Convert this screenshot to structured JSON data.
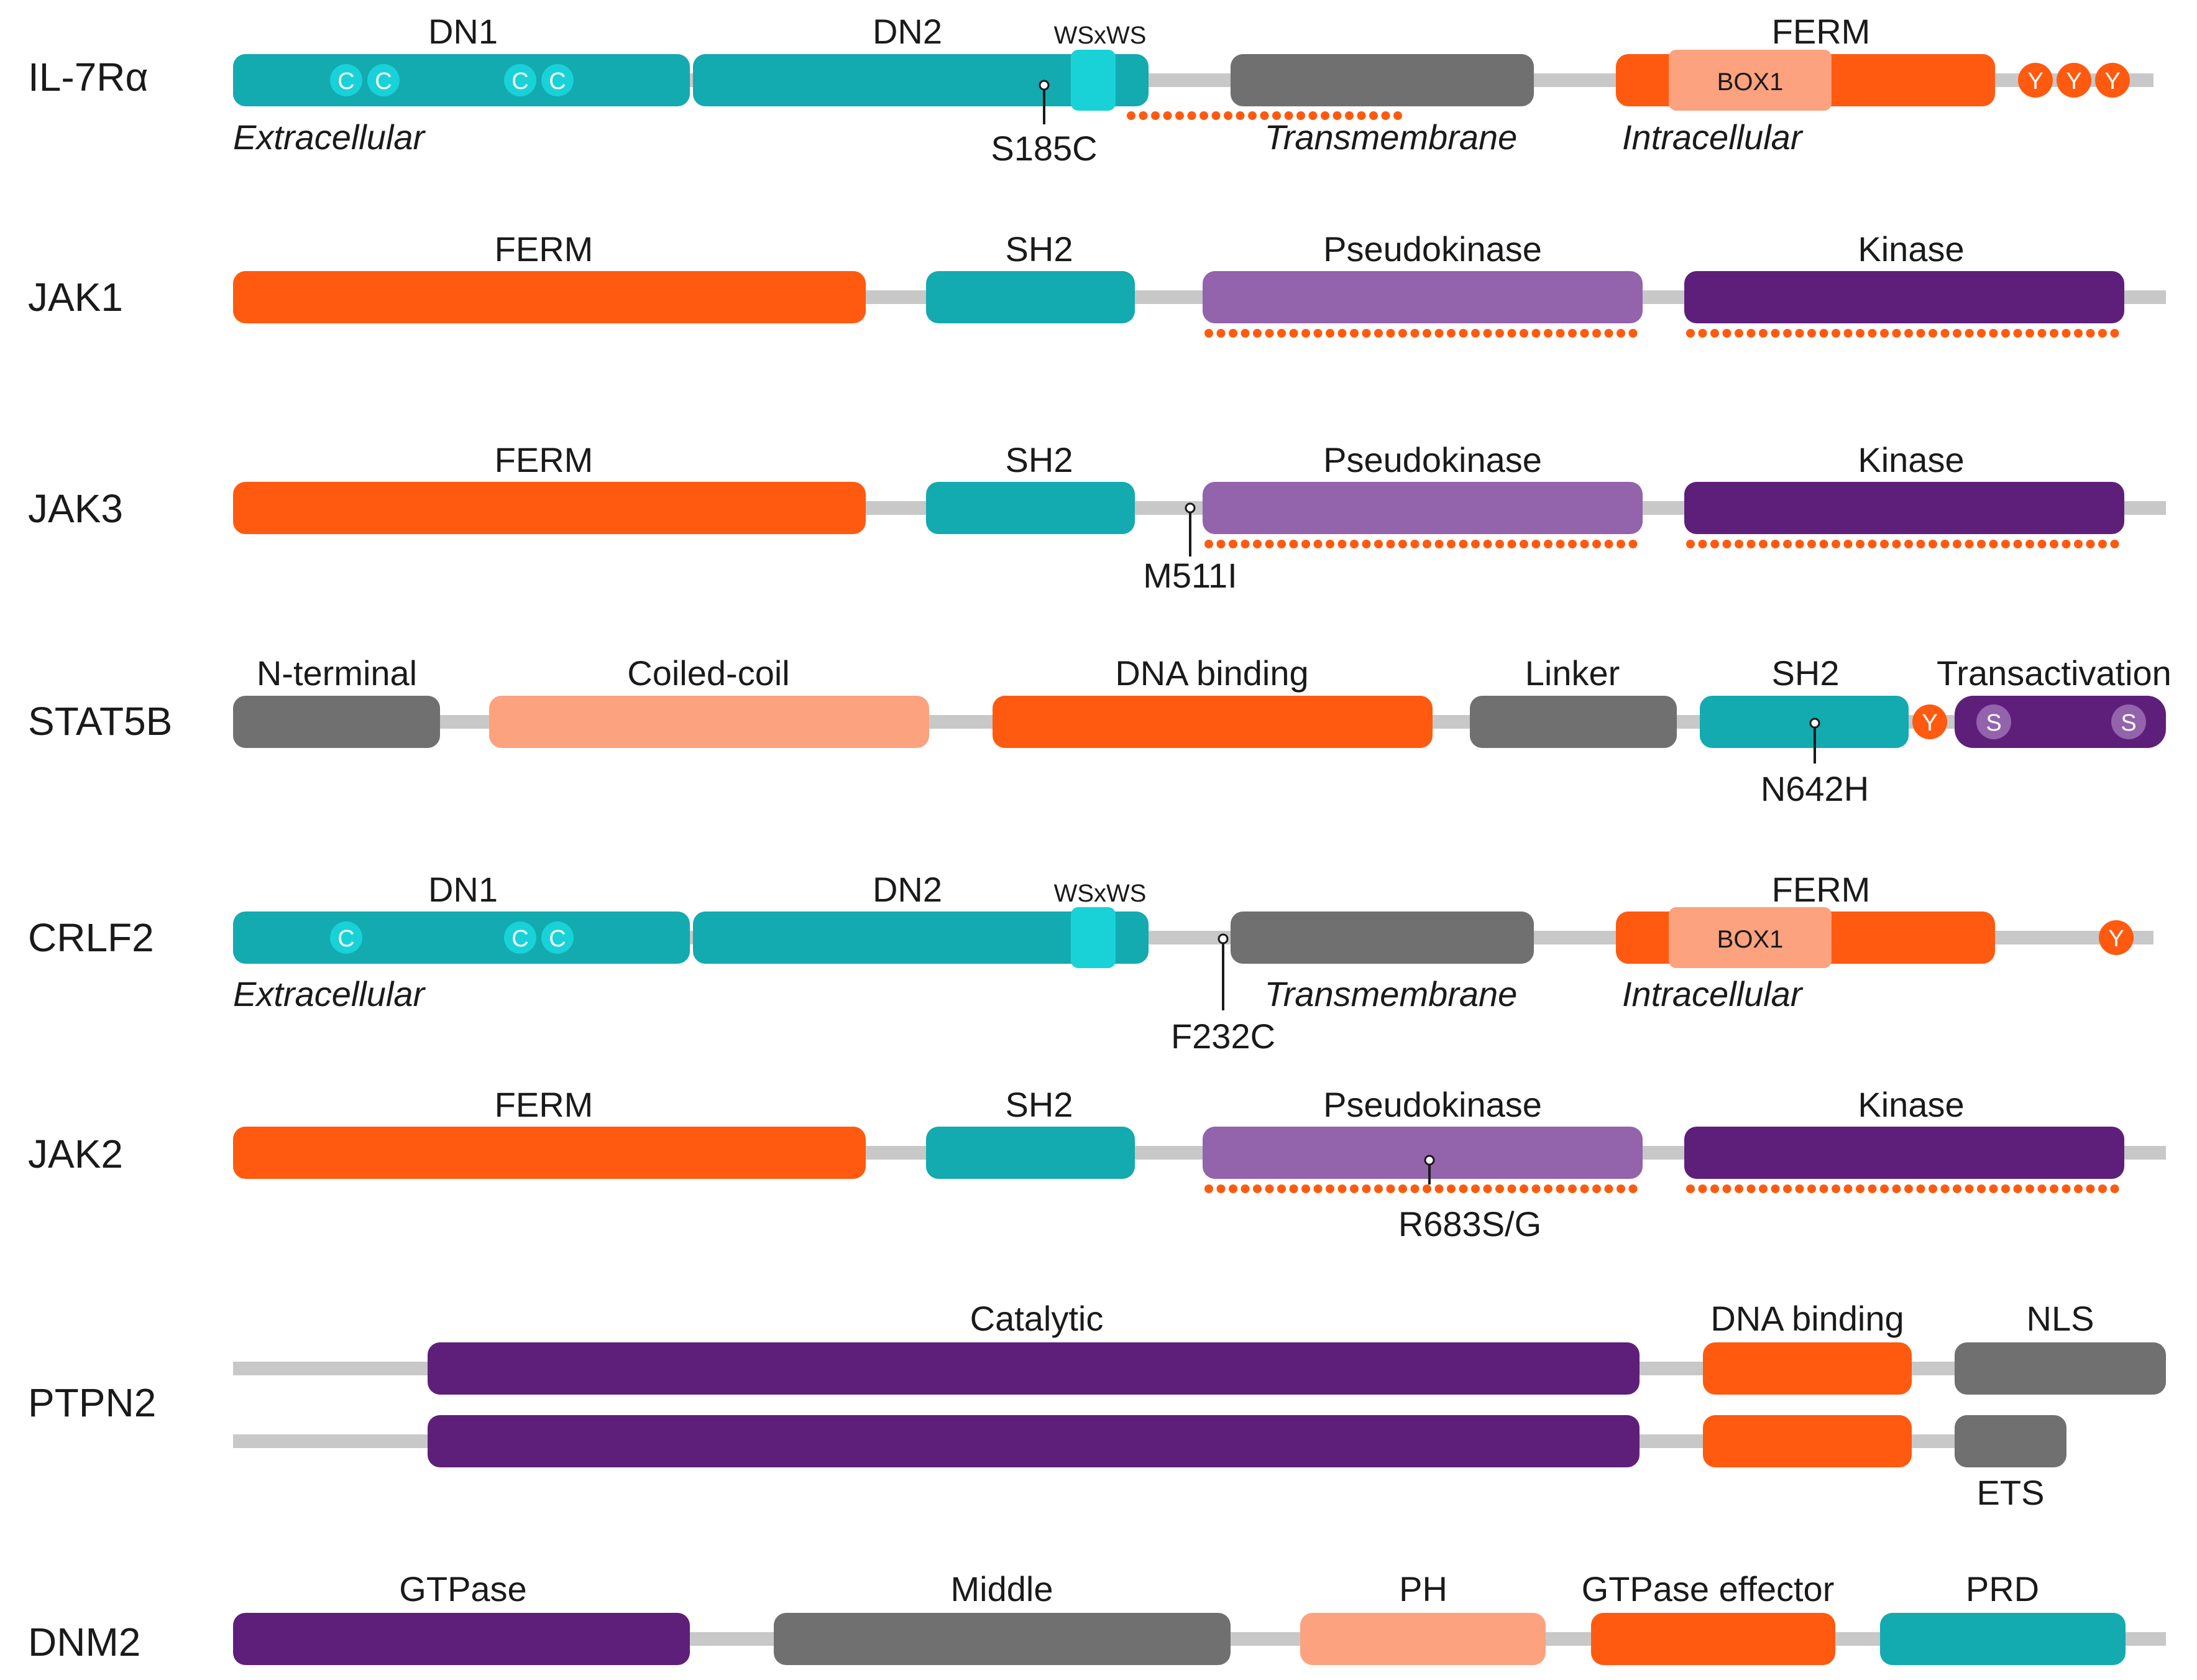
{
  "colors": {
    "teal": "#13aab0",
    "teal_light": "#18d2d8",
    "orange": "#ff5a0f",
    "grey": "#707070",
    "light_purple": "#9363ab",
    "dark_purple": "#5e1f7a",
    "salmon": "#fca27f",
    "backbone": "#c8c8c8"
  },
  "proteins": [
    {
      "name": "IL-7Rα",
      "domains": [
        {
          "label": "DN1",
          "color": "teal",
          "cysteines": [
            "C",
            "C",
            "C",
            "C"
          ]
        },
        {
          "label": "DN2",
          "color": "teal"
        },
        {
          "label": "WSxWS",
          "color": "teal_light"
        },
        {
          "label": "",
          "color": "grey"
        },
        {
          "label": "FERM",
          "color": "orange"
        },
        {
          "label": "BOX1",
          "color": "salmon"
        }
      ],
      "region_labels": [
        "Extracellular",
        "Transmembrane",
        "Intracellular"
      ],
      "residues": [
        "Y",
        "Y",
        "Y"
      ],
      "mutations": [
        "S185C"
      ]
    },
    {
      "name": "JAK1",
      "domains": [
        {
          "label": "FERM",
          "color": "orange"
        },
        {
          "label": "SH2",
          "color": "teal"
        },
        {
          "label": "Pseudokinase",
          "color": "light_purple"
        },
        {
          "label": "Kinase",
          "color": "dark_purple"
        }
      ]
    },
    {
      "name": "JAK3",
      "domains": [
        {
          "label": "FERM",
          "color": "orange"
        },
        {
          "label": "SH2",
          "color": "teal"
        },
        {
          "label": "Pseudokinase",
          "color": "light_purple"
        },
        {
          "label": "Kinase",
          "color": "dark_purple"
        }
      ],
      "mutations": [
        "M511I"
      ]
    },
    {
      "name": "STAT5B",
      "domains": [
        {
          "label": "N-terminal",
          "color": "grey"
        },
        {
          "label": "Coiled-coil",
          "color": "salmon"
        },
        {
          "label": "DNA binding",
          "color": "orange"
        },
        {
          "label": "Linker",
          "color": "grey"
        },
        {
          "label": "SH2",
          "color": "teal"
        },
        {
          "label": "Transactivation",
          "color": "dark_purple"
        }
      ],
      "residues": [
        "Y",
        "S",
        "S"
      ],
      "mutations": [
        "N642H"
      ]
    },
    {
      "name": "CRLF2",
      "domains": [
        {
          "label": "DN1",
          "color": "teal",
          "cysteines": [
            "C",
            "C",
            "C"
          ]
        },
        {
          "label": "DN2",
          "color": "teal"
        },
        {
          "label": "WSxWS",
          "color": "teal_light"
        },
        {
          "label": "",
          "color": "grey"
        },
        {
          "label": "FERM",
          "color": "orange"
        },
        {
          "label": "BOX1",
          "color": "salmon"
        }
      ],
      "region_labels": [
        "Extracellular",
        "Transmembrane",
        "Intracellular"
      ],
      "residues": [
        "Y"
      ],
      "mutations": [
        "F232C"
      ]
    },
    {
      "name": "JAK2",
      "domains": [
        {
          "label": "FERM",
          "color": "orange"
        },
        {
          "label": "SH2",
          "color": "teal"
        },
        {
          "label": "Pseudokinase",
          "color": "light_purple"
        },
        {
          "label": "Kinase",
          "color": "dark_purple"
        }
      ],
      "mutations": [
        "R683S/G"
      ]
    },
    {
      "name": "PTPN2",
      "isoforms": [
        {
          "domains": [
            {
              "label": "Catalytic",
              "color": "dark_purple"
            },
            {
              "label": "DNA binding",
              "color": "orange"
            },
            {
              "label": "NLS",
              "color": "grey"
            }
          ]
        },
        {
          "domains": [
            {
              "label": "",
              "color": "dark_purple"
            },
            {
              "label": "",
              "color": "orange"
            },
            {
              "label": "ETS",
              "color": "grey"
            }
          ]
        }
      ]
    },
    {
      "name": "DNM2",
      "domains": [
        {
          "label": "GTPase",
          "color": "dark_purple"
        },
        {
          "label": "Middle",
          "color": "grey"
        },
        {
          "label": "PH",
          "color": "salmon"
        },
        {
          "label": "GTPase effector",
          "color": "orange"
        },
        {
          "label": "PRD",
          "color": "teal"
        }
      ]
    }
  ]
}
